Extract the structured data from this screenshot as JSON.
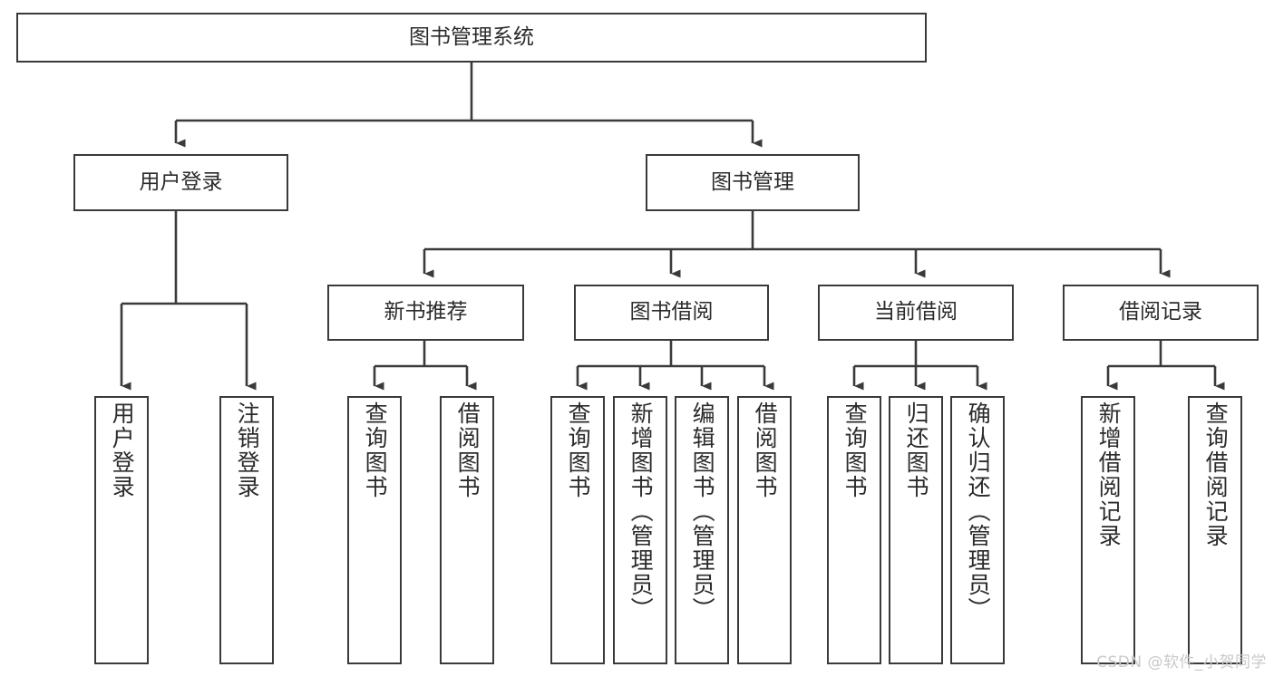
{
  "diagram": {
    "title": "图书管理系统",
    "type": "tree-hierarchy-diagram",
    "watermark": "CSDN @软件_小贺同学",
    "colors": {
      "background": "#ffffff",
      "box_border": "#3a3a3a",
      "box_fill": "#ffffff",
      "text": "#2b2b2b",
      "connector": "#3a3a3a",
      "watermark": "#c9c9c9"
    },
    "root": {
      "label": "图书管理系统",
      "orientation": "horizontal"
    },
    "level2": [
      {
        "label": "用户登录",
        "orientation": "horizontal"
      },
      {
        "label": "图书管理",
        "orientation": "horizontal"
      }
    ],
    "level3": [
      {
        "label": "新书推荐",
        "orientation": "horizontal"
      },
      {
        "label": "图书借阅",
        "orientation": "horizontal"
      },
      {
        "label": "当前借阅",
        "orientation": "horizontal"
      },
      {
        "label": "借阅记录",
        "orientation": "horizontal"
      }
    ],
    "leaves": {
      "user_login": [
        {
          "label": "用户登录",
          "orientation": "vertical"
        },
        {
          "label": "注销登录",
          "orientation": "vertical"
        }
      ],
      "new_book_recommend": [
        {
          "label": "查询图书",
          "orientation": "vertical"
        },
        {
          "label": "借阅图书",
          "orientation": "vertical"
        }
      ],
      "book_borrow": [
        {
          "label": "查询图书",
          "orientation": "vertical"
        },
        {
          "label": "新增图书（管理员）",
          "orientation": "vertical"
        },
        {
          "label": "编辑图书（管理员）",
          "orientation": "vertical"
        },
        {
          "label": "借阅图书",
          "orientation": "vertical"
        }
      ],
      "current_borrow": [
        {
          "label": "查询图书",
          "orientation": "vertical"
        },
        {
          "label": "归还图书",
          "orientation": "vertical"
        },
        {
          "label": "确认归还（管理员）",
          "orientation": "vertical"
        }
      ],
      "borrow_record": [
        {
          "label": "新增借阅记录",
          "orientation": "vertical"
        },
        {
          "label": "查询借阅记录",
          "orientation": "vertical"
        }
      ]
    }
  }
}
